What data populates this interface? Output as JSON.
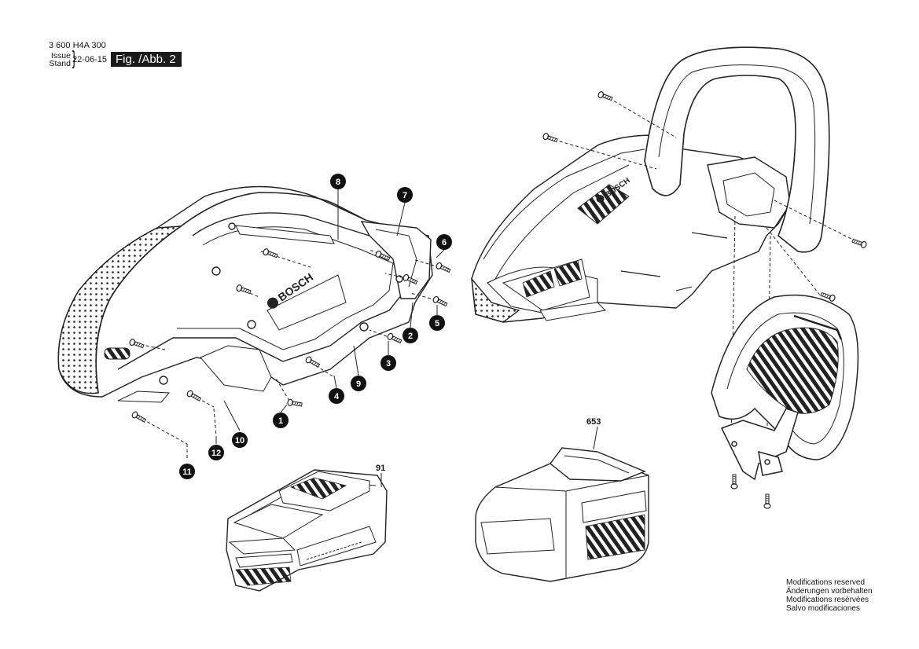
{
  "header": {
    "part_number": "3 600 H4A 300",
    "issue_label": "Issue",
    "stand_label": "Stand",
    "date": "22-06-15",
    "figure_label": "Fig. /Abb. 2"
  },
  "callouts": [
    "1",
    "2",
    "3",
    "4",
    "5",
    "6",
    "7",
    "8",
    "9",
    "10",
    "11",
    "12"
  ],
  "part_labels": {
    "battery": "91",
    "charger": "653"
  },
  "brand_marks": {
    "housing_logo": "BOSCH",
    "shell_logo": "BOSCH"
  },
  "notes": [
    "Modifications reserved",
    "Änderungen vorbehalten",
    "Modifications resérvées",
    "Salvo modificaciones"
  ]
}
